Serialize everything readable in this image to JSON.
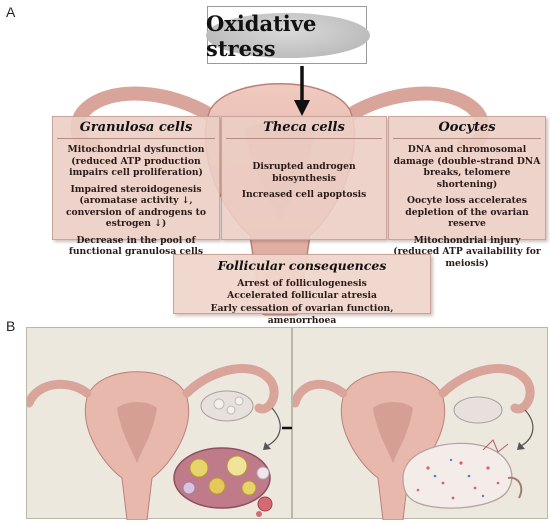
{
  "panel_a_label": "A",
  "panel_b_label": "B",
  "title": "Oxidative stress",
  "granulosa": {
    "heading": "Granulosa cells",
    "items": [
      "Mitochondrial dysfunction (reduced ATP  production impairs cell proliferation)",
      "Impaired steroidogenesis (aromatase activity ↓, conversion of androgens to estrogen ↓)",
      "Decrease in the pool of functional granulosa cells"
    ]
  },
  "theca": {
    "heading": "Theca cells",
    "items": [
      "Disrupted androgen biosynthesis",
      "Increased cell apoptosis"
    ]
  },
  "oocytes": {
    "heading": "Oocytes",
    "items": [
      "DNA and chromosomal damage (double-strand DNA breaks, telomere shortening)",
      "Oocyte loss accelerates depletion of the ovarian reserve",
      "Mitochondrial injury (reduced ATP availability for meiosis)"
    ]
  },
  "consequences": {
    "heading": "Follicular consequences",
    "items": [
      "Arrest of folliculogenesis",
      "Accelerated follicular atresia",
      "Early cessation of ovarian function, amenorrhoea"
    ]
  },
  "colors": {
    "uterus": "#e7b9ae",
    "uterus_outline": "#b98278",
    "card_bg": "#eccec4",
    "ellipse": "#bdbdbd",
    "panel_b_bg": "#ece8de"
  }
}
